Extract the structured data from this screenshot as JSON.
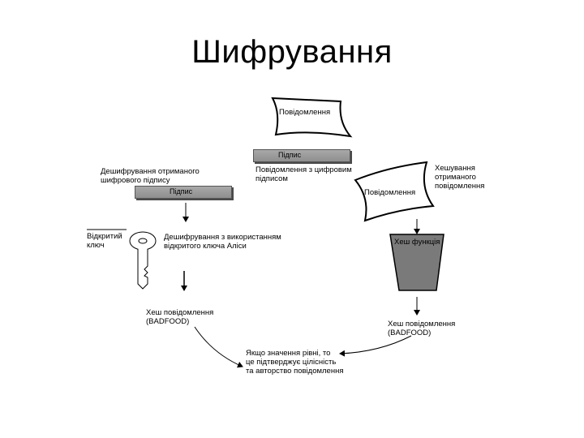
{
  "title": "Шифрування",
  "diagram": {
    "message_label": "Повідомлення",
    "signature_label": "Підпис",
    "signed_message_label": "Повідомлення з цифровим\nпідписом",
    "decrypt_signature_label": "Дешифрування отриманого\nшифрового підпису",
    "public_key_label": "Відкритий\nключ",
    "decrypt_with_key_label": "Дешифрування з використанням\nвідкритого ключа Аліси",
    "hashing_label": "Хешування\nотриманого\nповідомлення",
    "hash_function_label": "Хеш функція",
    "hash_left_label": "Хеш повідомлення\n(BADFOOD)",
    "hash_right_label": "Хеш повідомлення\n(BADFOOD)",
    "conclusion_label": "Якщо значення рівні, то\nце підтверджує цілісність\nта авторство повідомлення"
  }
}
